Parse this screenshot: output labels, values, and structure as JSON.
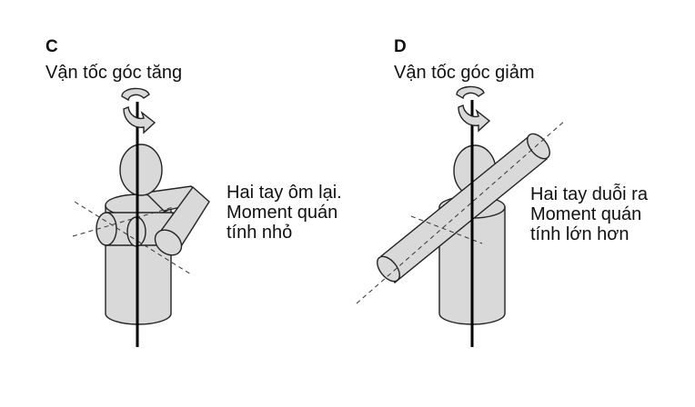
{
  "panels": [
    {
      "letter": "C",
      "title": "Vận tốc góc tăng",
      "note_lines": [
        "Hai tay ôm lại.",
        "Moment quán",
        "tính nhỏ"
      ]
    },
    {
      "letter": "D",
      "title": "Vận tốc góc giảm",
      "note_lines": [
        "Hai tay duỗi ra",
        "Moment quán",
        "tính lớn hơn"
      ]
    }
  ],
  "colors": {
    "body_fill": "#d9d9d9",
    "outline": "#222222",
    "axis": "#000000"
  }
}
